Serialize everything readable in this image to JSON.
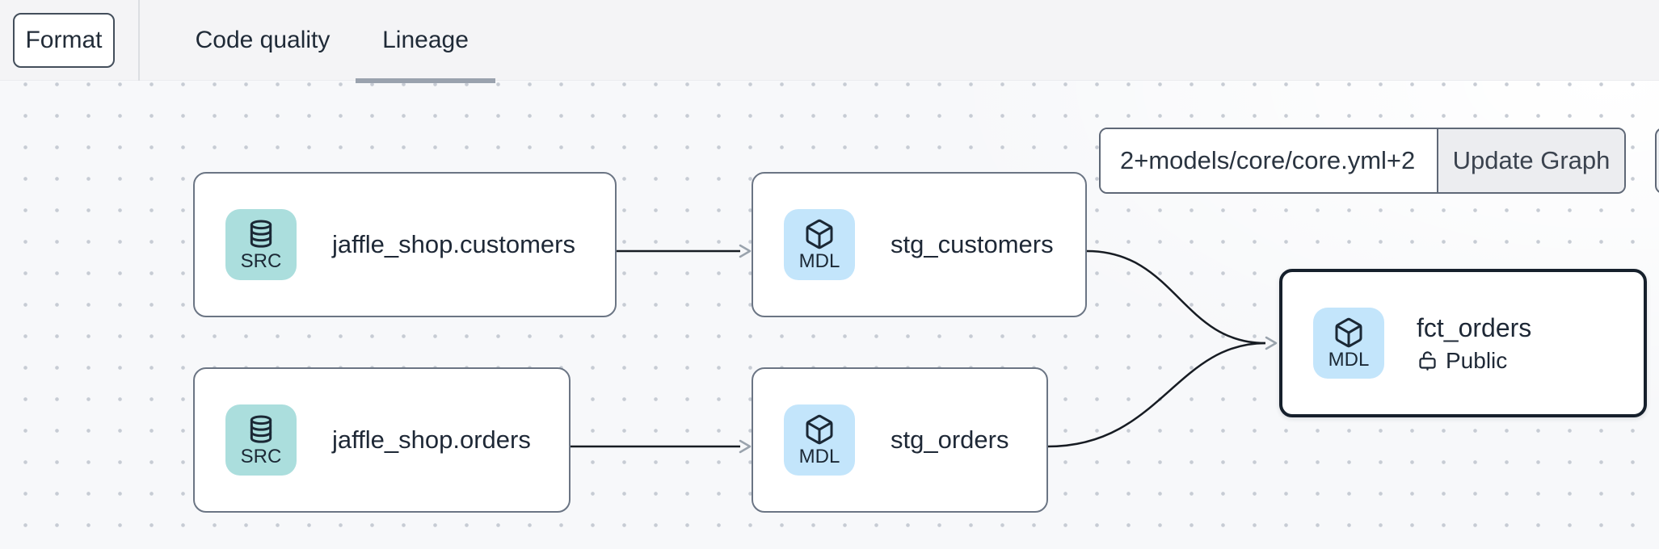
{
  "topbar": {
    "format_button_label": "Format",
    "tabs": [
      {
        "label": "Code quality",
        "active": false
      },
      {
        "label": "Lineage",
        "active": true
      }
    ]
  },
  "toolbar": {
    "selector_value": "2+models/core/core.yml+2",
    "update_button_label": "Update Graph"
  },
  "graph": {
    "nodes": [
      {
        "label": "jaffle_shop.customers",
        "type": "SRC",
        "kind": "source",
        "icon": "database-icon",
        "selected": false
      },
      {
        "label": "stg_customers",
        "type": "MDL",
        "kind": "model",
        "icon": "box-icon",
        "selected": false
      },
      {
        "label": "jaffle_shop.orders",
        "type": "SRC",
        "kind": "source",
        "icon": "database-icon",
        "selected": false
      },
      {
        "label": "stg_orders",
        "type": "MDL",
        "kind": "model",
        "icon": "box-icon",
        "selected": false
      },
      {
        "label": "fct_orders",
        "type": "MDL",
        "kind": "model",
        "icon": "box-icon",
        "access": "Public",
        "access_icon": "unlock-icon",
        "selected": true
      }
    ],
    "edges": [
      {
        "from": "jaffle_shop.customers",
        "to": "stg_customers"
      },
      {
        "from": "jaffle_shop.orders",
        "to": "stg_orders"
      },
      {
        "from": "stg_customers",
        "to": "fct_orders"
      },
      {
        "from": "stg_orders",
        "to": "fct_orders"
      }
    ]
  },
  "colors": {
    "topbar_bg": "#f4f4f6",
    "canvas_bg": "#f7f8fa",
    "src_badge": "#abdedd",
    "mdl_badge": "#c3e5fb",
    "node_border": "#6b7584",
    "selected_node_border": "#16202c",
    "edge_line": "#171c23",
    "arrowhead": "#9aa3ad",
    "tab_underline": "#9aa2ae"
  }
}
